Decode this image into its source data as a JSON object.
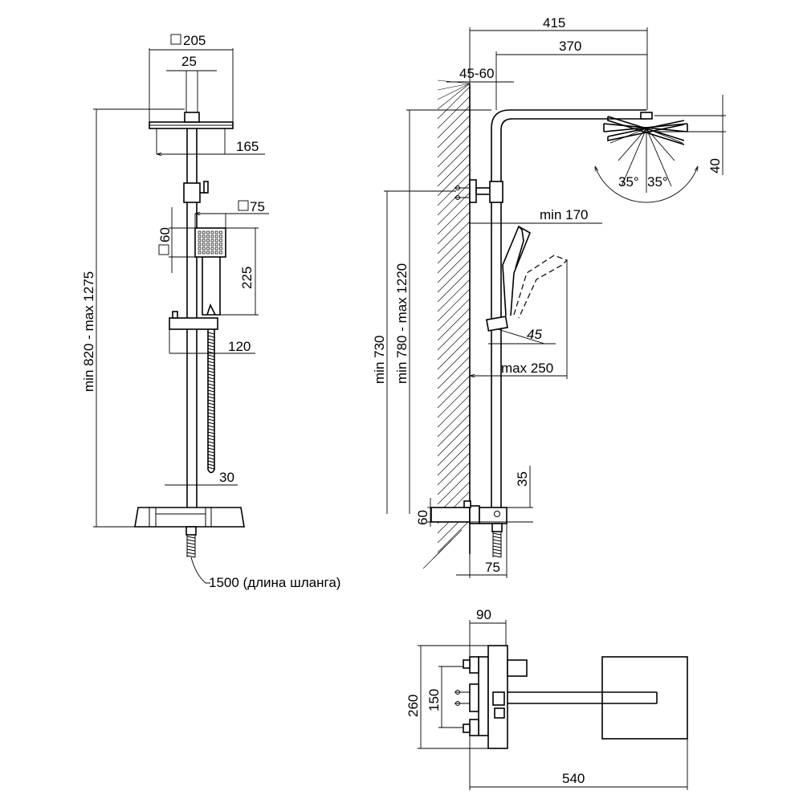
{
  "front_view": {
    "head_size_label": "205",
    "arm_diameter_label": "25",
    "head_depth_label": "165",
    "hand_shower_size_label": "75",
    "hand_shower_head_label": "60",
    "hand_shower_length_label": "225",
    "holder_label": "120",
    "pipe_label": "30",
    "height_range_label": "min 820 - max 1275",
    "hose_label": "1500 (длина шланга)"
  },
  "side_view": {
    "total_reach_label": "415",
    "arm_reach_label": "370",
    "wall_gap_label": "45-60",
    "head_tilt_label": "40",
    "angle_left_label": "35°",
    "angle_right_label": "35°",
    "min_170_label": "min 170",
    "angle_45_label": "45",
    "max_250_label": "max 250",
    "min_730_label": "min 730",
    "range_780_1220_label": "min 780 - max 1220",
    "mixer_height_label": "35",
    "mixer_depth_label": "60",
    "mixer_width_label": "75"
  },
  "top_view": {
    "mixer_width_label": "90",
    "overall_width_label": "260",
    "inlet_spacing_label": "150",
    "overall_length_label": "540"
  }
}
